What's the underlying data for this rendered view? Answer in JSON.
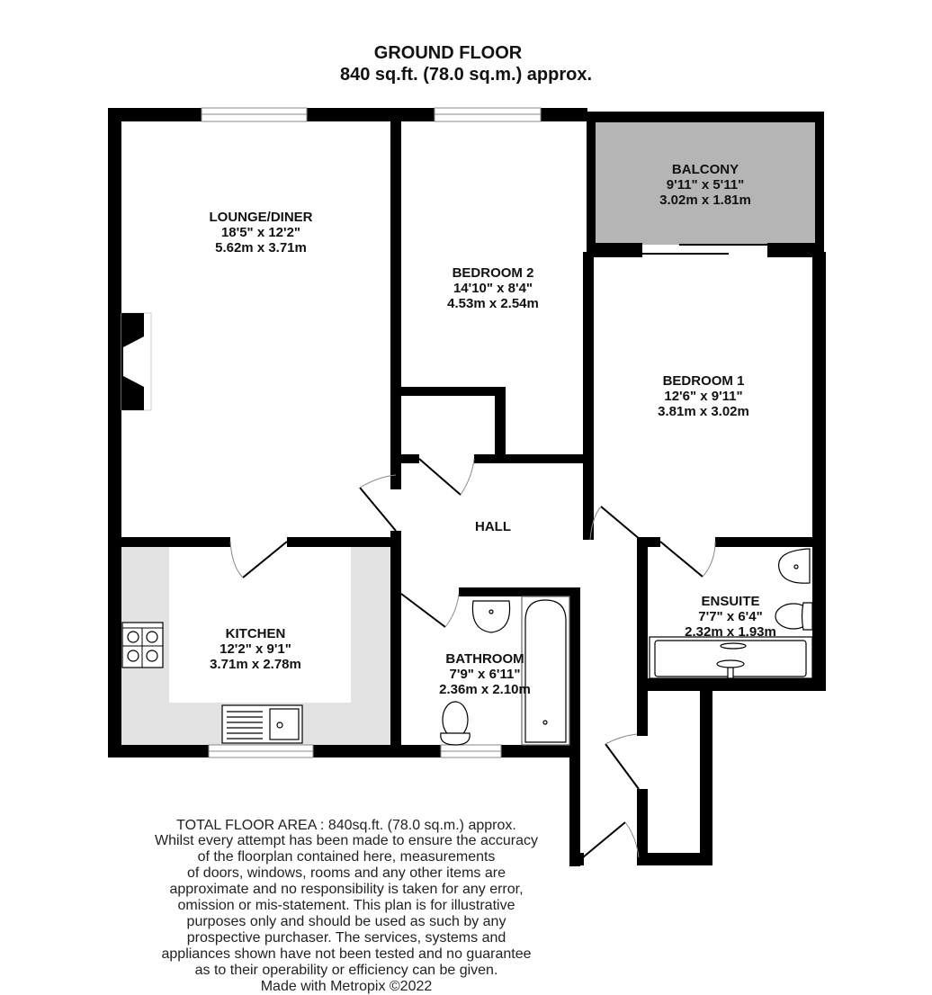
{
  "header": {
    "floor_name": "GROUND FLOOR",
    "floor_area": "840 sq.ft. (78.0 sq.m.) approx."
  },
  "rooms": {
    "lounge": {
      "name": "LOUNGE/DINER",
      "imperial": "18'5\"  x 12'2\"",
      "metric": "5.62m  x 3.71m"
    },
    "bedroom2": {
      "name": "BEDROOM 2",
      "imperial": "14'10\"  x 8'4\"",
      "metric": "4.53m  x 2.54m"
    },
    "balcony": {
      "name": "BALCONY",
      "imperial": "9'11\"  x 5'11\"",
      "metric": "3.02m  x 1.81m"
    },
    "bedroom1": {
      "name": "BEDROOM 1",
      "imperial": "12'6\"  x 9'11\"",
      "metric": "3.81m  x 3.02m"
    },
    "hall": {
      "name": "HALL"
    },
    "kitchen": {
      "name": "KITCHEN",
      "imperial": "12'2\"  x 9'1\"",
      "metric": "3.71m  x 2.78m"
    },
    "bathroom": {
      "name": "BATHROOM",
      "imperial": "7'9\"  x 6'11\"",
      "metric": "2.36m  x 2.10m"
    },
    "ensuite": {
      "name": "ENSUITE",
      "imperial": "7'7\"  x 6'4\"",
      "metric": "2.32m  x 1.93m"
    }
  },
  "footer": {
    "total": "TOTAL FLOOR AREA : 840sq.ft. (78.0 sq.m.) approx.",
    "disclaimer_lines": [
      "Whilst every attempt has been made to ensure the accuracy of the floorplan contained here, measurements",
      "of doors, windows, rooms and any other items are approximate and no responsibility is taken for any error,",
      "omission or mis-statement. This plan is for illustrative purposes only and should be used as such by any",
      "prospective purchaser. The services, systems and appliances shown have not been tested and no guarantee",
      "as to their operability or efficiency can be given."
    ],
    "credit": "Made with Metropix ©2022"
  },
  "colors": {
    "wall": "#000000",
    "balcony_fill": "#b5b5b5",
    "worktop_fill": "#e3e3e3",
    "window": "#888888"
  }
}
